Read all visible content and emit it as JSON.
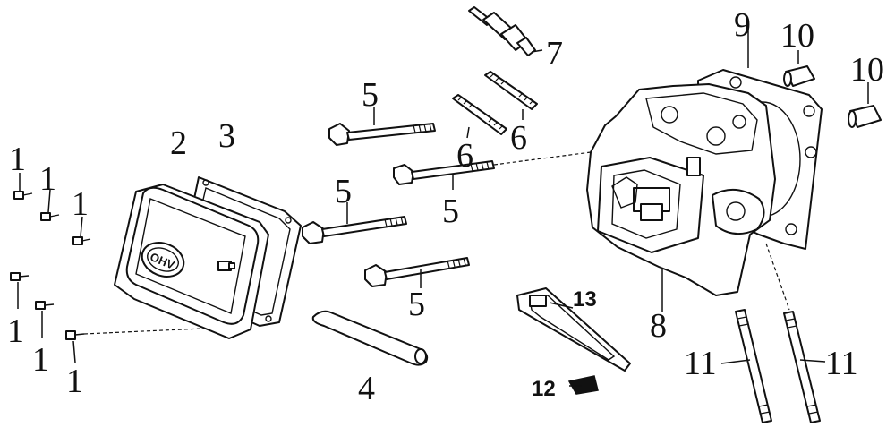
{
  "callouts": [
    {
      "id": "c1a",
      "text": "1"
    },
    {
      "id": "c1b",
      "text": "1"
    },
    {
      "id": "c1c",
      "text": "1"
    },
    {
      "id": "c1d",
      "text": "1"
    },
    {
      "id": "c1e",
      "text": "1"
    },
    {
      "id": "c1f",
      "text": "1"
    },
    {
      "id": "c2",
      "text": "2"
    },
    {
      "id": "c3",
      "text": "3"
    },
    {
      "id": "c4",
      "text": "4"
    },
    {
      "id": "c5a",
      "text": "5"
    },
    {
      "id": "c5b",
      "text": "5"
    },
    {
      "id": "c5c",
      "text": "5"
    },
    {
      "id": "c5d",
      "text": "5"
    },
    {
      "id": "c6a",
      "text": "6"
    },
    {
      "id": "c6b",
      "text": "6"
    },
    {
      "id": "c7",
      "text": "7"
    },
    {
      "id": "c8",
      "text": "8"
    },
    {
      "id": "c9",
      "text": "9"
    },
    {
      "id": "c10a",
      "text": "10"
    },
    {
      "id": "c10b",
      "text": "10"
    },
    {
      "id": "c11a",
      "text": "11"
    },
    {
      "id": "c11b",
      "text": "11"
    },
    {
      "id": "c12",
      "text": "12"
    },
    {
      "id": "c13",
      "text": "13"
    }
  ],
  "cover_logo": "OHV",
  "colors": {
    "ink": "#111111",
    "paper": "#ffffff"
  }
}
